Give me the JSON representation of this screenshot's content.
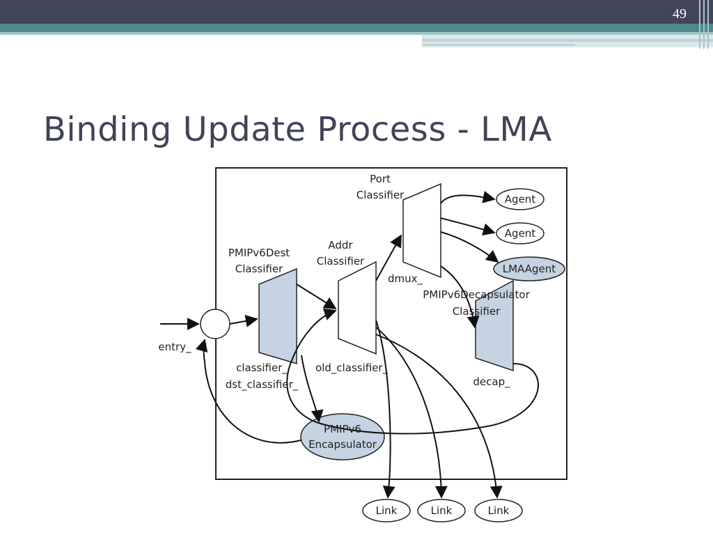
{
  "slide": {
    "page_number": "49",
    "title": "Binding Update Process - LMA"
  },
  "diagram": {
    "labels": {
      "port_classifier": [
        "Port",
        "Classifier"
      ],
      "addr_classifier": [
        "Addr",
        "Classifier"
      ],
      "pmipv6dest_classifier": [
        "PMIPv6Dest",
        "Classifier"
      ],
      "pmipv6decap_classifier": [
        "PMIPv6Decapsulator",
        "Classifier"
      ],
      "entry": "entry_",
      "classifier": "classifier_",
      "dst_classifier": "dst_classifier_",
      "old_classifier": "old_classifier_",
      "dmux": "dmux_",
      "decap": "decap_"
    },
    "nodes": {
      "agent1": "Agent",
      "agent2": "Agent",
      "lmaagent": "LMAAgent",
      "encap": [
        "PMIPv6",
        "Encapsulator"
      ],
      "link1": "Link",
      "link2": "Link",
      "link3": "Link"
    }
  },
  "colors": {
    "background": "#ffffff",
    "top_bar": "#424459",
    "accent_teal": "#4e8a8c",
    "title_text": "#414458",
    "node_fill": "#c5d3e3"
  }
}
